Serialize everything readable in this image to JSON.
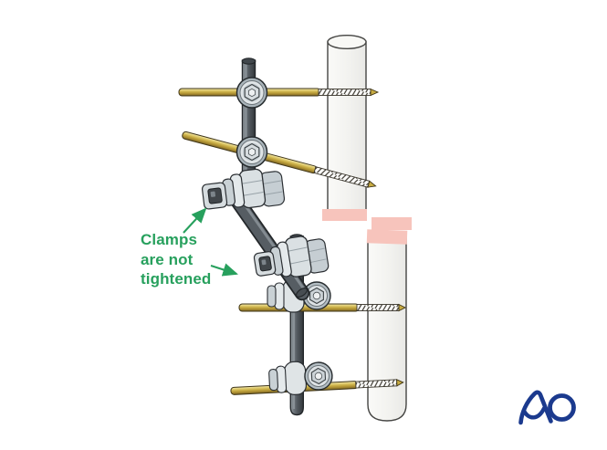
{
  "annotation": {
    "text": "Clamps are not tightened",
    "lines": [
      "Clamps",
      "are not",
      "tightened"
    ],
    "color": "#27a05d"
  },
  "logo": {
    "text": "AO",
    "color": "#1b3a8e"
  },
  "colors": {
    "background": "#ffffff",
    "annotation_green": "#27a05d",
    "logo_blue": "#1b3a8e",
    "bone_fill": "#f4f4f1",
    "bone_outline": "#454543",
    "fracture_pink": "#f7c4bc",
    "pin_gold": "#c7ab42",
    "rod_gray": "#565d63",
    "clamp_silver": "#dae0e3",
    "metal_outline": "#2b2f33"
  }
}
